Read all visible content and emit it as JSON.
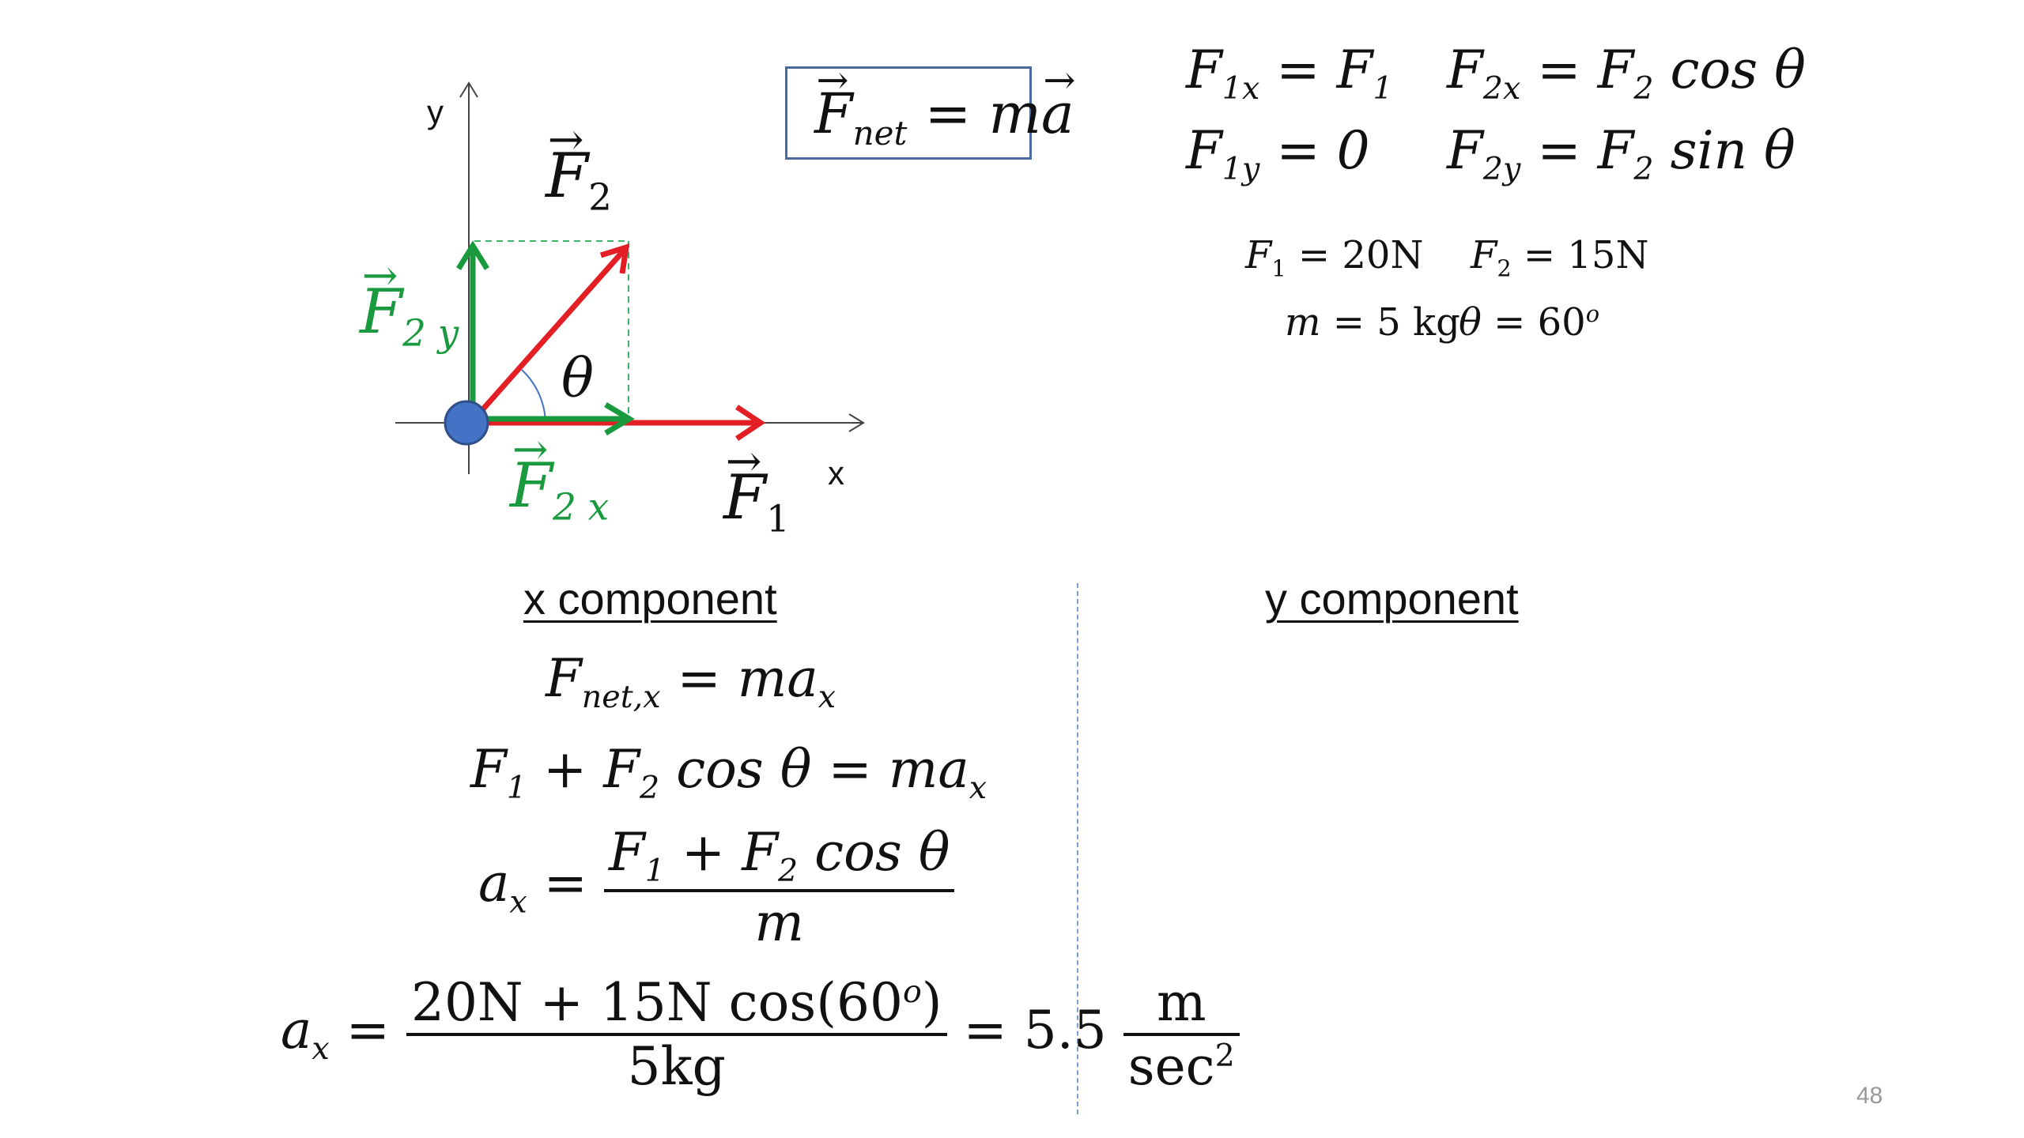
{
  "diagram": {
    "axis_y_label": "y",
    "axis_x_label": "x",
    "label_f2": "F",
    "label_f2_sub": "2",
    "label_f2y": "F",
    "label_f2y_sub": "2 y",
    "label_f2x": "F",
    "label_f2x_sub": "2 x",
    "label_f1": "F",
    "label_f1_sub": "1",
    "label_theta": "θ",
    "colors": {
      "red": "#e31e24",
      "green": "#1a9a3e",
      "blue": "#4472c4"
    }
  },
  "newton_box": {
    "lhs": "F",
    "lhs_sub": "net",
    "eq": " = m",
    "rhs": "a"
  },
  "components": {
    "f1x": {
      "lhs": "F",
      "lhs_sub": "1x",
      "rhs": " = F",
      "rhs_sub": "1"
    },
    "f2x": {
      "lhs": "F",
      "lhs_sub": "2x",
      "rhs": " = F",
      "rhs_sub": "2",
      "rhs_tail": " cos θ"
    },
    "f1y": {
      "lhs": "F",
      "lhs_sub": "1y",
      "rhs": " = 0"
    },
    "f2y": {
      "lhs": "F",
      "lhs_sub": "2y",
      "rhs": " = F",
      "rhs_sub": "2",
      "rhs_tail": " sin θ"
    }
  },
  "givens": {
    "f1": {
      "sym": "F",
      "sub": "1",
      "val": " = 20N"
    },
    "f2": {
      "sym": "F",
      "sub": "2",
      "val": " = 15N"
    },
    "m": {
      "sym": "m",
      "val": " = 5 kg"
    },
    "theta": {
      "sym": "θ",
      "val": " = 60",
      "sup": "o"
    }
  },
  "headings": {
    "x_component": "x component",
    "y_component": "y component"
  },
  "x_equations": {
    "eq1": {
      "lhs": "F",
      "lhs_sub": "net,x",
      "rhs": " = ma",
      "rhs_sub": "x"
    },
    "eq2": {
      "a": "F",
      "a_sub": "1",
      "b": " + F",
      "b_sub": "2",
      "c": " cos θ = ma",
      "c_sub": "x"
    },
    "eq3": {
      "lhs": "a",
      "lhs_sub": "x",
      "eq": " = ",
      "num_a": "F",
      "num_a_sub": "1",
      "num_b": " + F",
      "num_b_sub": "2",
      "num_c": " cos θ",
      "den": "m"
    },
    "eq4": {
      "lhs": "a",
      "lhs_sub": "x",
      "eq": " = ",
      "num": "20N + 15N cos(60",
      "num_sup": "o",
      "num_close": ")",
      "den": "5kg",
      "result": " = 5.5 ",
      "unit_num": "m",
      "unit_den": "sec",
      "unit_den_sup": "2"
    }
  },
  "page_number": "48"
}
